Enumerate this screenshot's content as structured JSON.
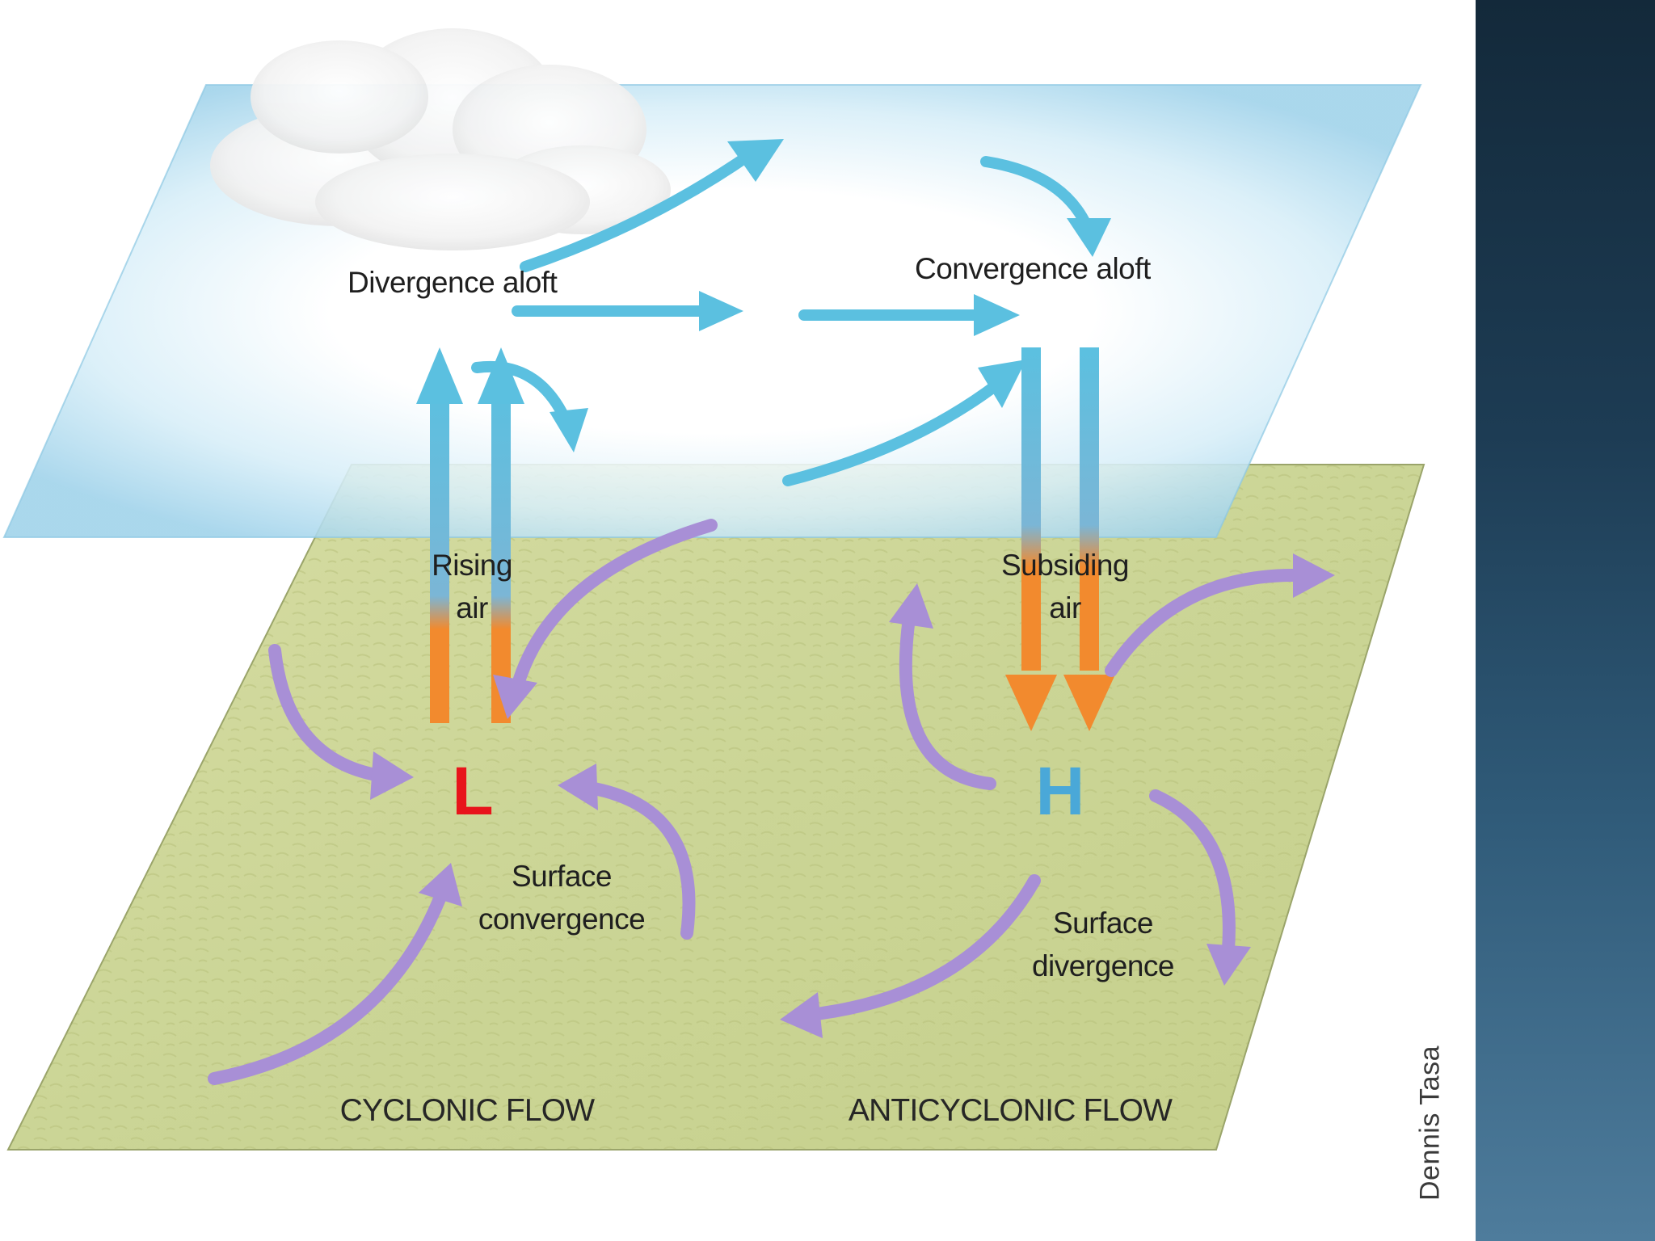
{
  "diagram": {
    "labels": {
      "divergence_aloft": "Divergence aloft",
      "convergence_aloft": "Convergence aloft",
      "rising_air_line1": "Rising",
      "rising_air_line2": "air",
      "subsiding_air_line1": "Subsiding",
      "subsiding_air_line2": "air",
      "low": "L",
      "high": "H",
      "surface_convergence_line1": "Surface",
      "surface_convergence_line2": "convergence",
      "surface_divergence_line1": "Surface",
      "surface_divergence_line2": "divergence",
      "cyclonic_flow": "CYCLONIC FLOW",
      "anticyclonic_flow": "ANTICYCLONIC FLOW"
    },
    "colors": {
      "low_marker": "#e8141b",
      "high_marker": "#4aa8d8",
      "upper_air_arrows": "#5bc0e0",
      "surface_arrows": "#a88fd6",
      "vertical_warm_arrows": "#f28a2e",
      "ground": "#cfd79a",
      "upper_layer": "#a9d8ec"
    }
  },
  "credit": "Dennis Tasa",
  "side_panel_color": "#1d3c54"
}
